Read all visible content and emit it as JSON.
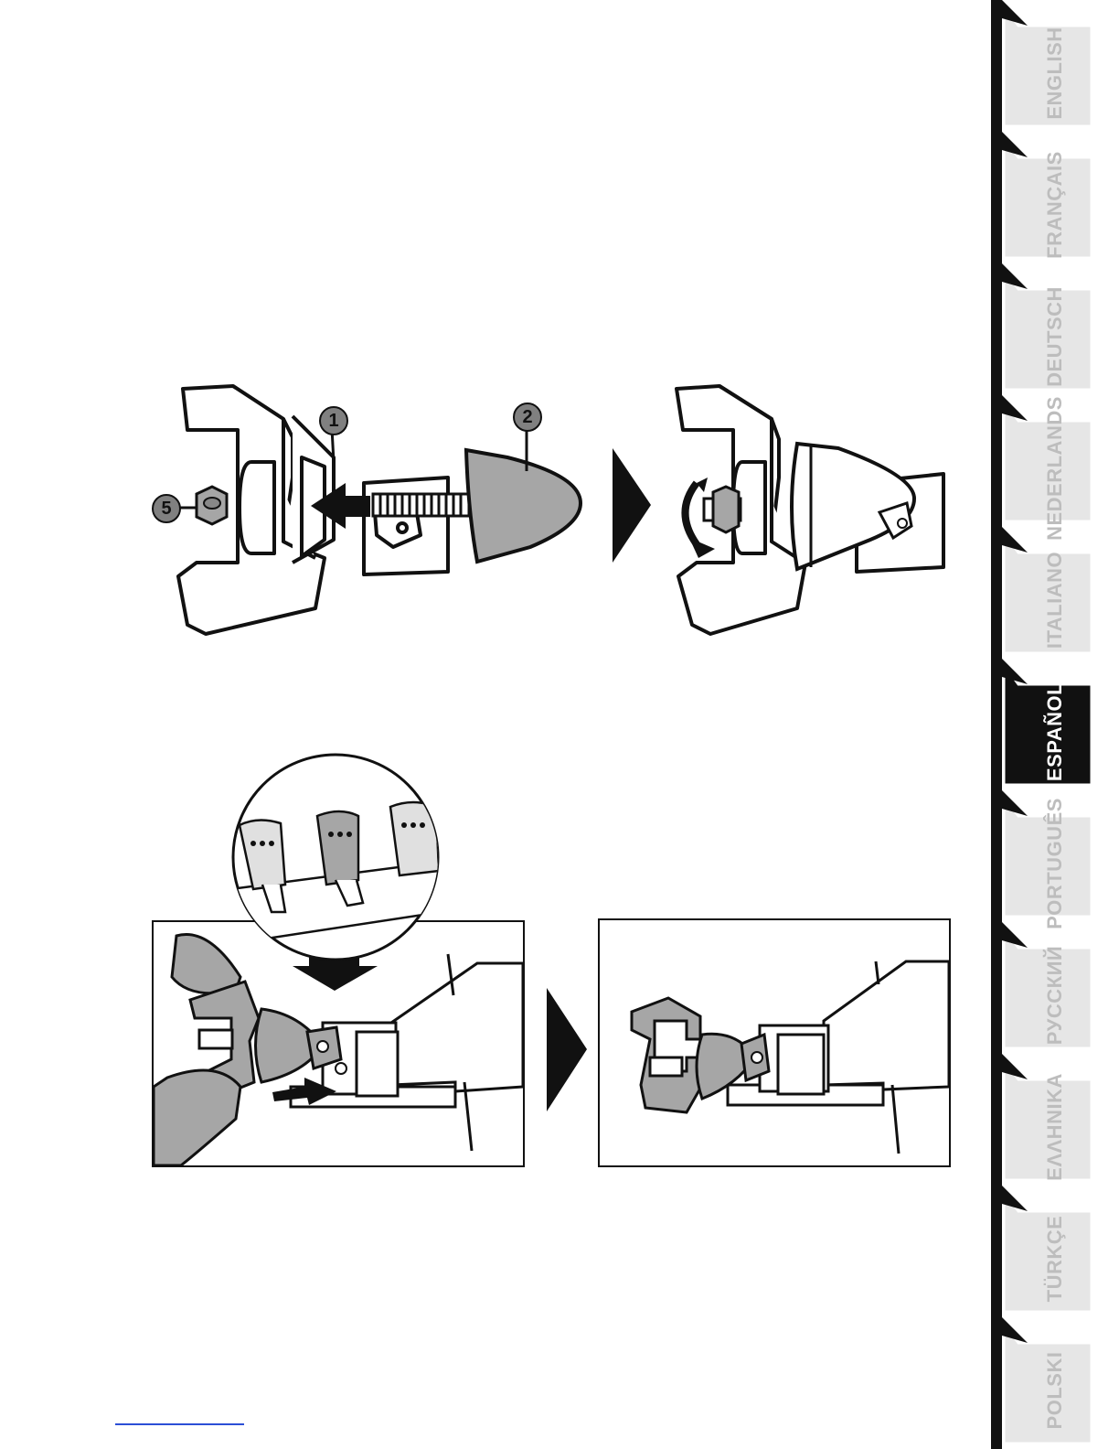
{
  "diagram": {
    "callouts": [
      "1",
      "2",
      "5"
    ]
  },
  "language_tabs": [
    {
      "label": "ENGLISH",
      "active": false
    },
    {
      "label": "FRANÇAIS",
      "active": false
    },
    {
      "label": "DEUTSCH",
      "active": false
    },
    {
      "label": "NEDERLANDS",
      "active": false
    },
    {
      "label": "ITALIANO",
      "active": false
    },
    {
      "label": "ESPAÑOL",
      "active": true
    },
    {
      "label": "PORTUGUÊS",
      "active": false
    },
    {
      "label": "РУССКИЙ",
      "active": false
    },
    {
      "label": "ΕΛΛΗΝΙΚΑ",
      "active": false
    },
    {
      "label": "TÜRKÇE",
      "active": false
    },
    {
      "label": "POLSKI",
      "active": false
    }
  ],
  "colors": {
    "tab_inactive": "#e6e6e6",
    "tab_active": "#111111",
    "tab_text_inactive": "#bdbdbd",
    "part_fill": "#a6a6a6",
    "callout_fill": "#808080",
    "footer_line": "#2c4fd6"
  }
}
